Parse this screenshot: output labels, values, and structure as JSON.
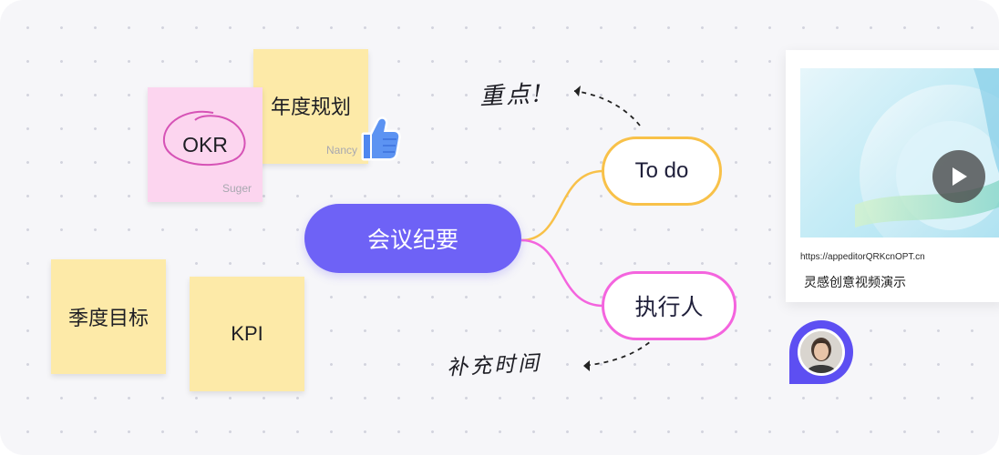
{
  "sticky_notes": {
    "okr": {
      "label": "OKR",
      "author": "Suger"
    },
    "annual_plan": {
      "label": "年度规划",
      "author": "Nancy"
    },
    "quarterly_goals": {
      "label": "季度目标"
    },
    "kpi": {
      "label": "KPI"
    }
  },
  "mindmap": {
    "center": "会议纪要",
    "branches": [
      {
        "label": "To do"
      },
      {
        "label": "执行人"
      }
    ]
  },
  "handwritten_notes": {
    "key_point": "重点!",
    "supplement": "补充时间"
  },
  "video_card": {
    "url": "https://appeditorQRKcnOPT.cn",
    "title": "灵感创意视频演示"
  },
  "icons": {
    "reaction": "thumbs-up-icon",
    "play": "play-icon"
  },
  "colors": {
    "primary": "#6e62f6",
    "todo_border": "#f8c149",
    "assignee_border": "#f464de",
    "sticky_yellow": "#fdeaa8",
    "sticky_pink": "#fcd5ef",
    "avatar_pin": "#5d4ff2"
  }
}
